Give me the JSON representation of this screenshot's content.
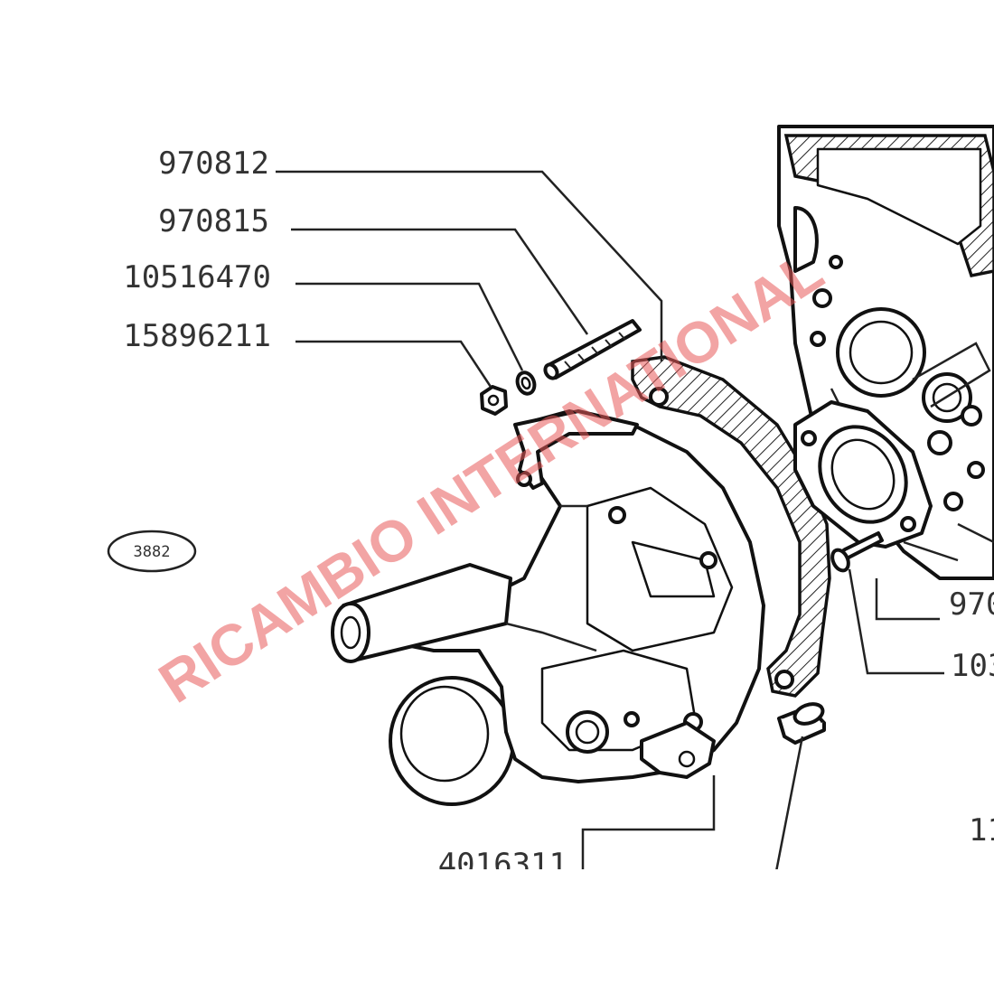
{
  "diagram": {
    "plate_number": "3882",
    "watermark": "RICAMBIO INTERNATIONAL",
    "part_numbers": {
      "gasket": "970812",
      "stud": "970815",
      "washer": "10516470",
      "nut": "15896211",
      "housing": "4016311",
      "flange": "970",
      "screw": "103",
      "bushing": "11"
    }
  }
}
